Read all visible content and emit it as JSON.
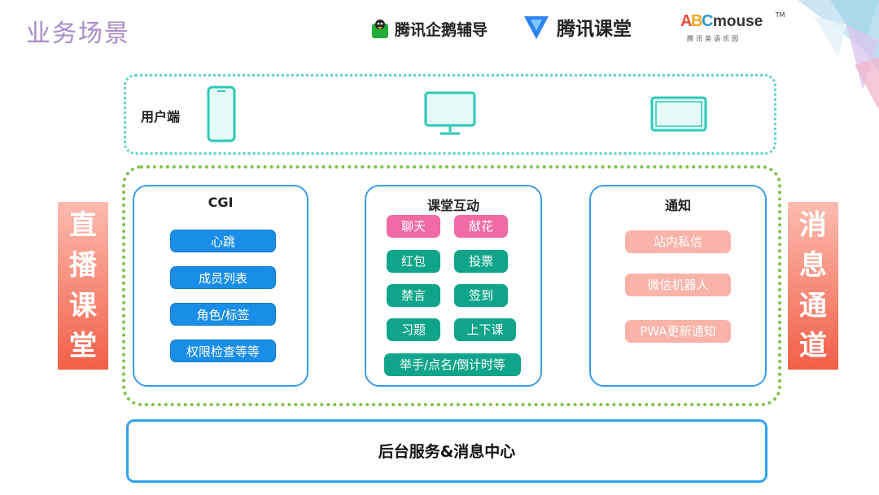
{
  "header": {
    "title": "业务场景",
    "logos": {
      "qie": "腾讯企鹅辅导",
      "ke": "腾讯课堂",
      "abc_main": "ABCmouse",
      "abc_tm": "TM",
      "abc_sub": "腾讯英语乐园"
    }
  },
  "user_terminal": {
    "label": "用户端",
    "devices": [
      "phone-icon",
      "monitor-icon",
      "tablet-icon"
    ],
    "color": "#5bd5c9"
  },
  "side_left": [
    "直",
    "播",
    "课",
    "堂"
  ],
  "side_right": [
    "消",
    "息",
    "通",
    "道"
  ],
  "panels": {
    "cgi": {
      "title": "CGI",
      "items": [
        "心跳",
        "成员列表",
        "角色/标签",
        "权限检查等等"
      ]
    },
    "interaction": {
      "title": "课堂互动",
      "items": [
        "聊天",
        "献花",
        "红包",
        "投票",
        "禁言",
        "签到",
        "习题",
        "上下课",
        "举手/点名/倒计时等"
      ]
    },
    "notice": {
      "title": "通知",
      "items": [
        "站内私信",
        "微信机器人",
        "PWA更新通知"
      ]
    }
  },
  "bottom": {
    "label": "后台服务&消息中心"
  },
  "colors": {
    "title": "#a88cc8",
    "green_border": "#7cc24a",
    "blue_border": "#3c9ce8",
    "chip_blue": "#1a8ee6",
    "chip_pink": "#f06aa6",
    "chip_teal": "#10a58a",
    "chip_salmon": "#f9b3a9",
    "banner": "#f25f47"
  }
}
